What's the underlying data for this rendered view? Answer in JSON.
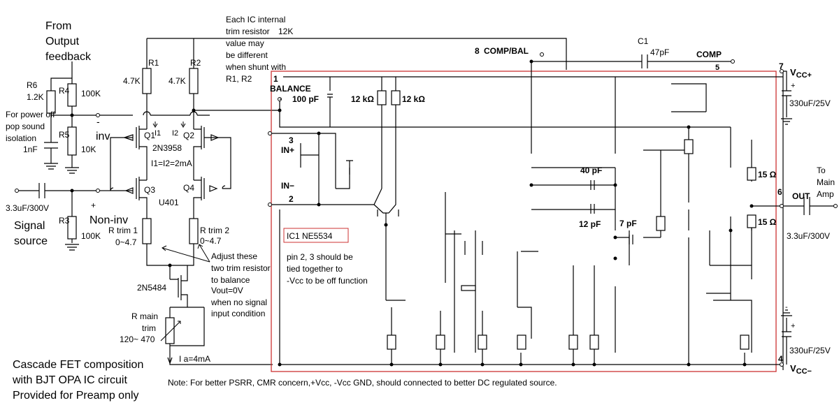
{
  "notes": {
    "from_output_1": "From",
    "from_output_2": "Output",
    "from_output_3": "feedback",
    "pop_1": "For power off",
    "pop_2": "pop sound",
    "pop_3": "isolation",
    "trim_note_1": "Each IC internal",
    "trim_note_2": "trim resistor",
    "trim_note_3": "value may",
    "trim_note_4": "be different",
    "trim_note_5": "when shunt with",
    "trim_note_6": "R1, R2",
    "adjust_1": "Adjust these",
    "adjust_2": "two trim resistor",
    "adjust_3": "to balance",
    "adjust_4": "Vout=0V",
    "adjust_5": "when no signal",
    "adjust_6": "input condition",
    "pin_1": "pin 2, 3 should be",
    "pin_2": "tied together to",
    "pin_3": "-Vcc to be off function",
    "cascade_1": "Cascade FET composition",
    "cascade_2": "with BJT OPA IC circuit",
    "cascade_3": "Provided for Preamp only",
    "to_main_1": "To",
    "to_main_2": "Main",
    "to_main_3": "Amp",
    "footer": "Note: For better PSRR, CMR concern,+Vcc, -Vcc GND, should connected to better DC regulated source."
  },
  "components": {
    "r6": "R6",
    "r6_val": "1.2K",
    "r4": "R4",
    "r4_val": "100K",
    "r5": "R5",
    "r5_val": "10K",
    "r3": "R3",
    "r3_val": "100K",
    "r1": "R1",
    "r1_val": "4.7K",
    "r2": "R2",
    "r2_val": "4.7K",
    "c_pop": "1nF",
    "c_in": "3.3uF/300V",
    "c_out": "3.3uF/300V",
    "q1": "Q1",
    "q2": "Q2",
    "q3": "Q3",
    "q4": "Q4",
    "i1": "I1",
    "i2": "I2",
    "fet_pair": "2N3958",
    "i_eq": "I1=I2=2mA",
    "u401": "U401",
    "rtrim1_1": "R trim 1",
    "rtrim1_2": "0~4.7",
    "rtrim2_1": "R trim 2",
    "rtrim2_2": "0~4.7",
    "jfet": "2N5484",
    "rmain_1": "R main",
    "rmain_2": "trim",
    "rmain_3": "120~ 470",
    "ia": "I a=4mA",
    "c1": "C1",
    "c1_val": "47pF",
    "cap_vcc_pos": "330uF/25V",
    "cap_vcc_neg": "330uF/25V",
    "plus": "+",
    "minus": "-"
  },
  "labels": {
    "inv": "inv",
    "non_inv": "Non-inv",
    "signal_1": "Signal",
    "signal_2": "source"
  },
  "ic": {
    "name": "IC1 NE5534",
    "pin1": "1",
    "balance": "BALANCE",
    "pin8": "8",
    "comp_bal": "COMP/BAL",
    "comp": "COMP",
    "pin5": "5",
    "pin7": "7",
    "vcc_pos": "V",
    "vcc_pos_sub": "CC+",
    "pin3": "3",
    "in_plus": "IN+",
    "in_minus": "IN−",
    "pin2": "2",
    "pin6": "6",
    "out": "OUT",
    "pin4": "4",
    "vcc_neg": "V",
    "vcc_neg_sub": "CC−",
    "c_100pf": "100 pF",
    "r_12k_a": "12 kΩ",
    "r_12k_b": "12 kΩ",
    "c_40pf": "40 pF",
    "c_12pf": "12 pF",
    "c_7pf": "7 pF",
    "r_15_a": "15 Ω",
    "r_15_b": "15 Ω",
    "trim_12k": "12K"
  }
}
